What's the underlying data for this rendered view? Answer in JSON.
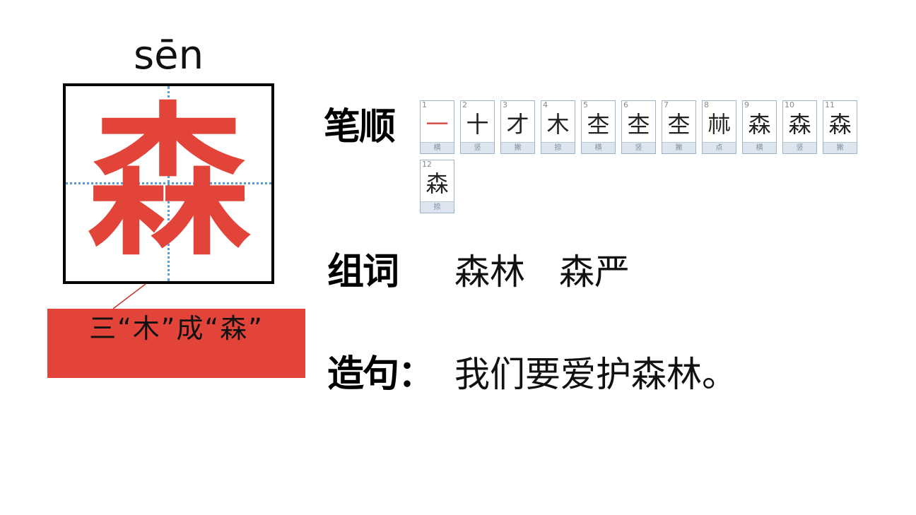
{
  "character": {
    "pinyin": "sēn",
    "hanzi": "森",
    "color": "#e2443a",
    "guide_color": "#5b9bd5"
  },
  "callout": {
    "text": "三“木”成“森”",
    "background": "#e2443a"
  },
  "stroke_order": {
    "label": "笔顺",
    "steps": [
      {
        "num": "1",
        "glyph": "一",
        "name": "横"
      },
      {
        "num": "2",
        "glyph": "十",
        "name": "竖"
      },
      {
        "num": "3",
        "glyph": "才",
        "name": "撇"
      },
      {
        "num": "4",
        "glyph": "木",
        "name": "捺"
      },
      {
        "num": "5",
        "glyph": "杢",
        "name": "横"
      },
      {
        "num": "6",
        "glyph": "杢",
        "name": "竖"
      },
      {
        "num": "7",
        "glyph": "杢",
        "name": "撇"
      },
      {
        "num": "8",
        "glyph": "𣏟",
        "name": "点"
      },
      {
        "num": "9",
        "glyph": "森",
        "name": "横"
      },
      {
        "num": "10",
        "glyph": "森",
        "name": "竖"
      },
      {
        "num": "11",
        "glyph": "森",
        "name": "撇"
      },
      {
        "num": "12",
        "glyph": "森",
        "name": "捺"
      }
    ]
  },
  "words": {
    "label": "组词",
    "items": [
      "森林",
      "森严"
    ]
  },
  "sentence": {
    "label": "造句：",
    "text": "我们要爱护森林。"
  }
}
